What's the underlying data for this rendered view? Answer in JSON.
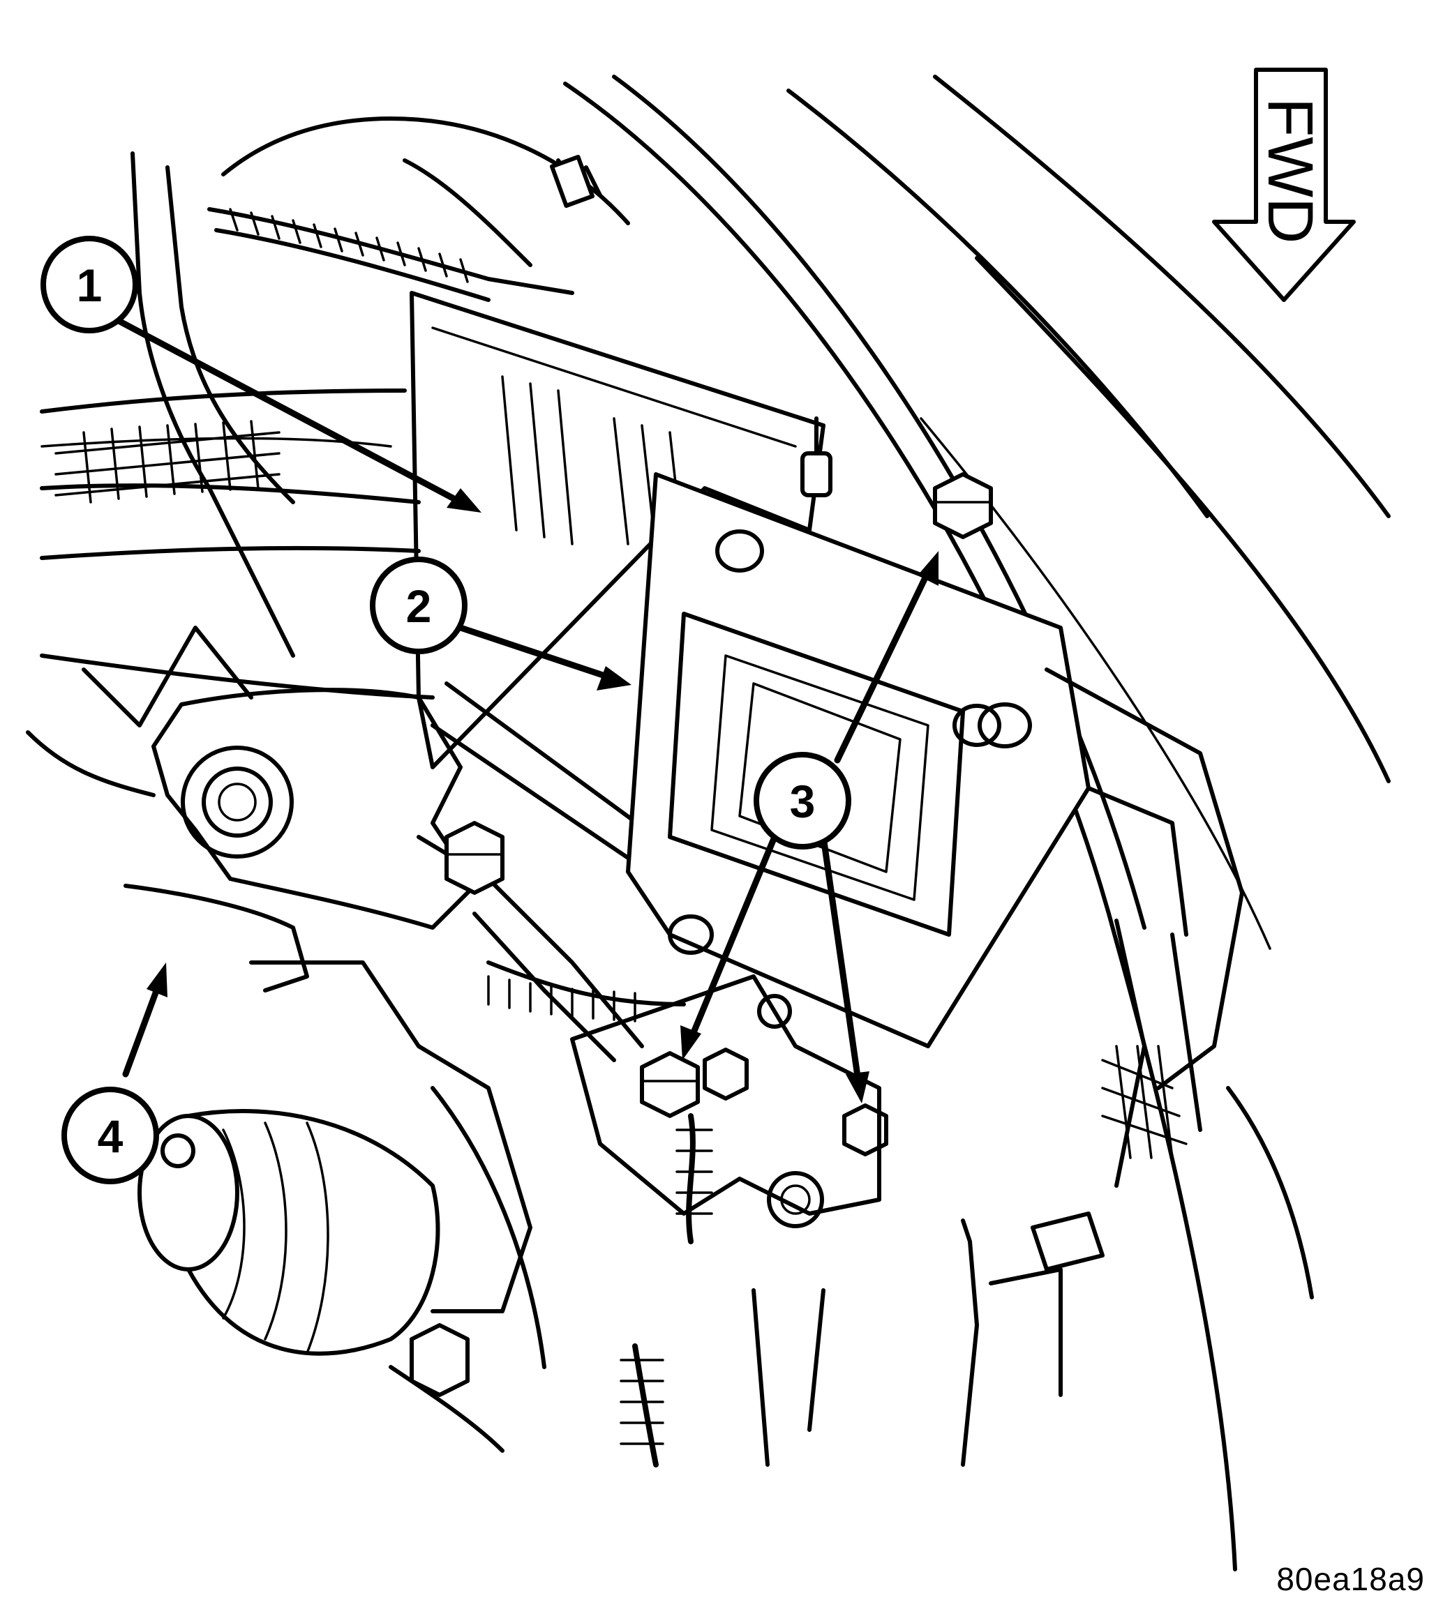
{
  "callouts": [
    "1",
    "2",
    "3",
    "4"
  ],
  "direction_label": "FWD",
  "figure_id": "80ea18a9"
}
